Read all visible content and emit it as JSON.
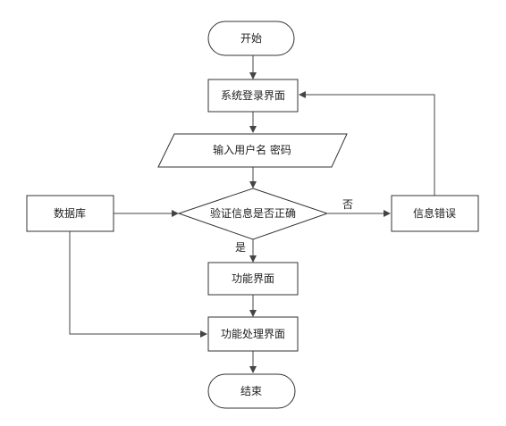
{
  "diagram": {
    "nodes": {
      "start": "开始",
      "login": "系统登录界面",
      "input": "输入用户名 密码",
      "check": "验证信息是否正确",
      "database": "数据库",
      "error": "信息错误",
      "function": "功能界面",
      "process": "功能处理界面",
      "end": "结束"
    },
    "edge_labels": {
      "no": "否",
      "yes": "是"
    }
  }
}
